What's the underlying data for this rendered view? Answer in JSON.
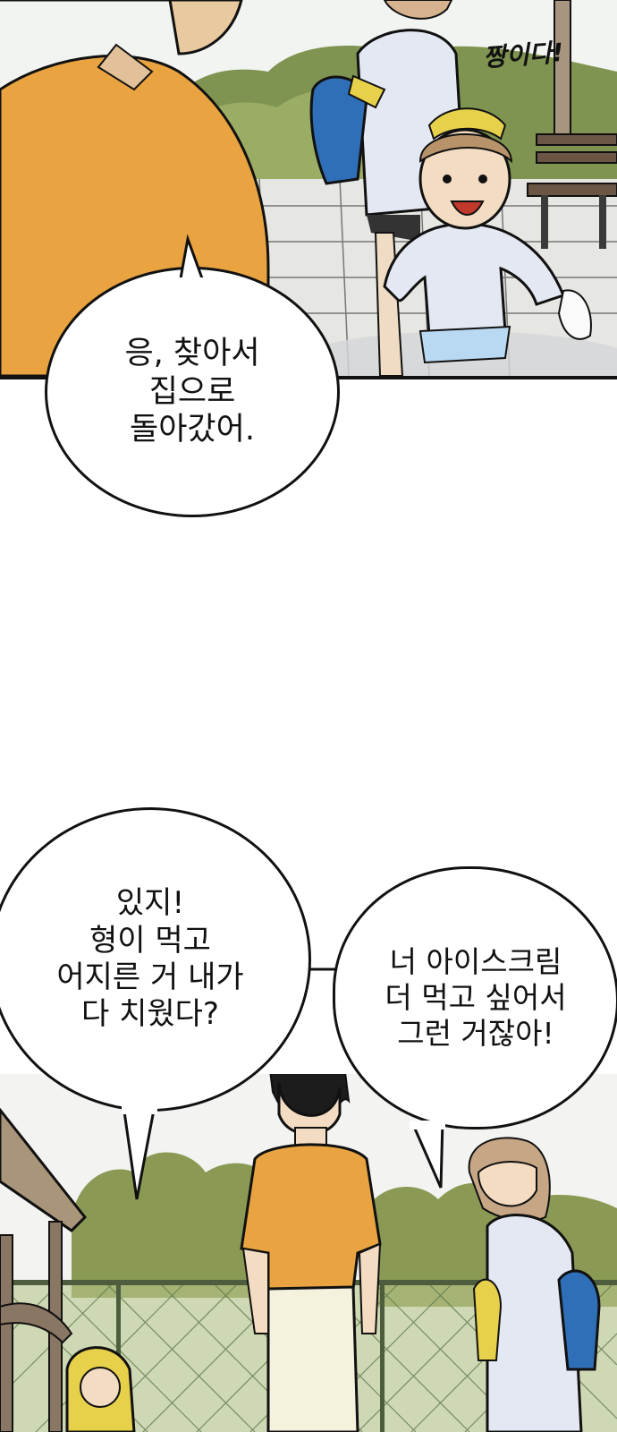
{
  "panel_top": {
    "sfx": "짱이다!",
    "bubble": "응, 찾아서\n집으로\n돌아갔어."
  },
  "panel_bottom": {
    "bubble_left": "있지!\n형이 먹고\n어지른 거 내가\n다 치웠다?",
    "bubble_right": "너 아이스크림\n더 먹고 싶어서\n그런 거잖아!"
  },
  "colors": {
    "orange_shirt": "#e9a441",
    "hoodie": "#e4e8f2",
    "foliage": "#8a9a55",
    "fence": "#5f7a4a",
    "ink": "#111111"
  }
}
